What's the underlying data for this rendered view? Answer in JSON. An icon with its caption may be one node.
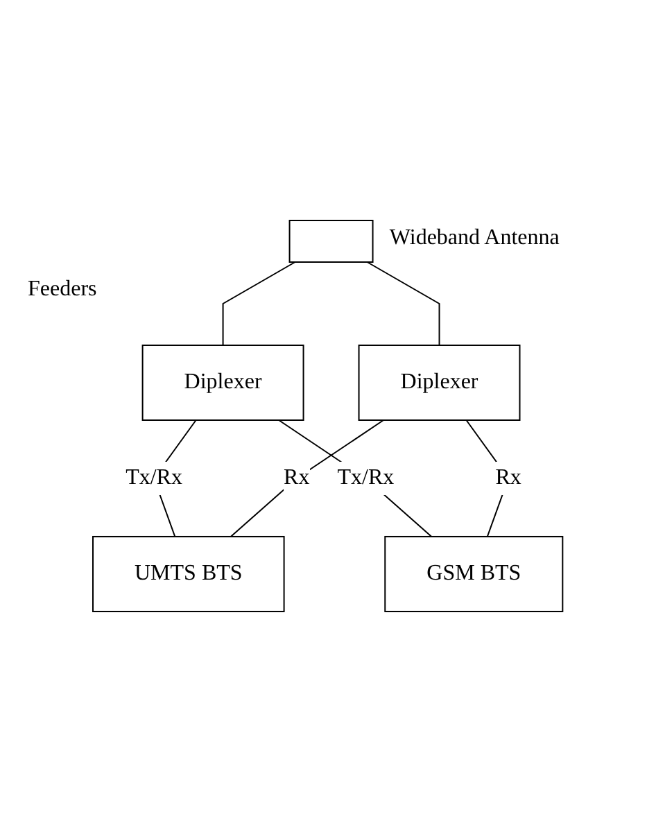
{
  "diagram": {
    "nodes": [
      {
        "text": [],
        "shape": "box",
        "beside": [
          "Wideband Antenna"
        ]
      },
      {
        "text": [
          "Diplexer"
        ]
      },
      {
        "text": [
          "Diplexer"
        ]
      },
      {
        "text": [
          "UMTS BTS"
        ]
      },
      {
        "text": [
          "GSM BTS"
        ]
      }
    ],
    "edges": [
      {
        "from": 0,
        "to": 1,
        "arrow": "none"
      },
      {
        "from": 0,
        "to": 2,
        "arrow": "none"
      },
      {
        "from": 1,
        "to": 3,
        "arrow": "none",
        "label": "Tx/Rx"
      },
      {
        "from": 1,
        "to": 4,
        "arrow": "none",
        "label": "Tx/Rx"
      },
      {
        "from": 2,
        "to": 3,
        "arrow": "none",
        "label": "Rx"
      },
      {
        "from": 2,
        "to": 4,
        "arrow": "none",
        "label": "Rx"
      }
    ],
    "labels": [
      "Feeders"
    ]
  }
}
